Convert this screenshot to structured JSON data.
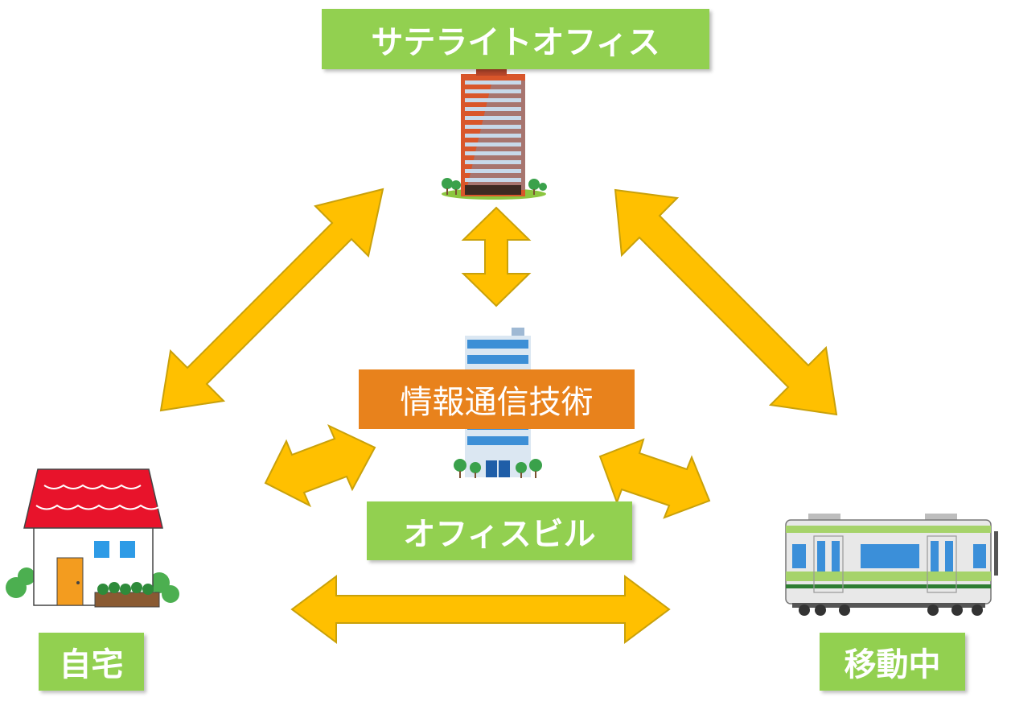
{
  "labels": {
    "satellite_office": "サテライトオフィス",
    "ict": "情報通信技術",
    "office_building": "オフィスビル",
    "home": "自宅",
    "mobile": "移動中"
  },
  "icons": {
    "satellite_office": "office-tower-icon",
    "office_building": "office-building-icon",
    "home": "house-icon",
    "mobile": "train-icon"
  },
  "colors": {
    "label_green": "#92d050",
    "label_orange": "#e8821c",
    "arrow_fill": "#ffc000",
    "arrow_stroke": "#c9a10a"
  }
}
